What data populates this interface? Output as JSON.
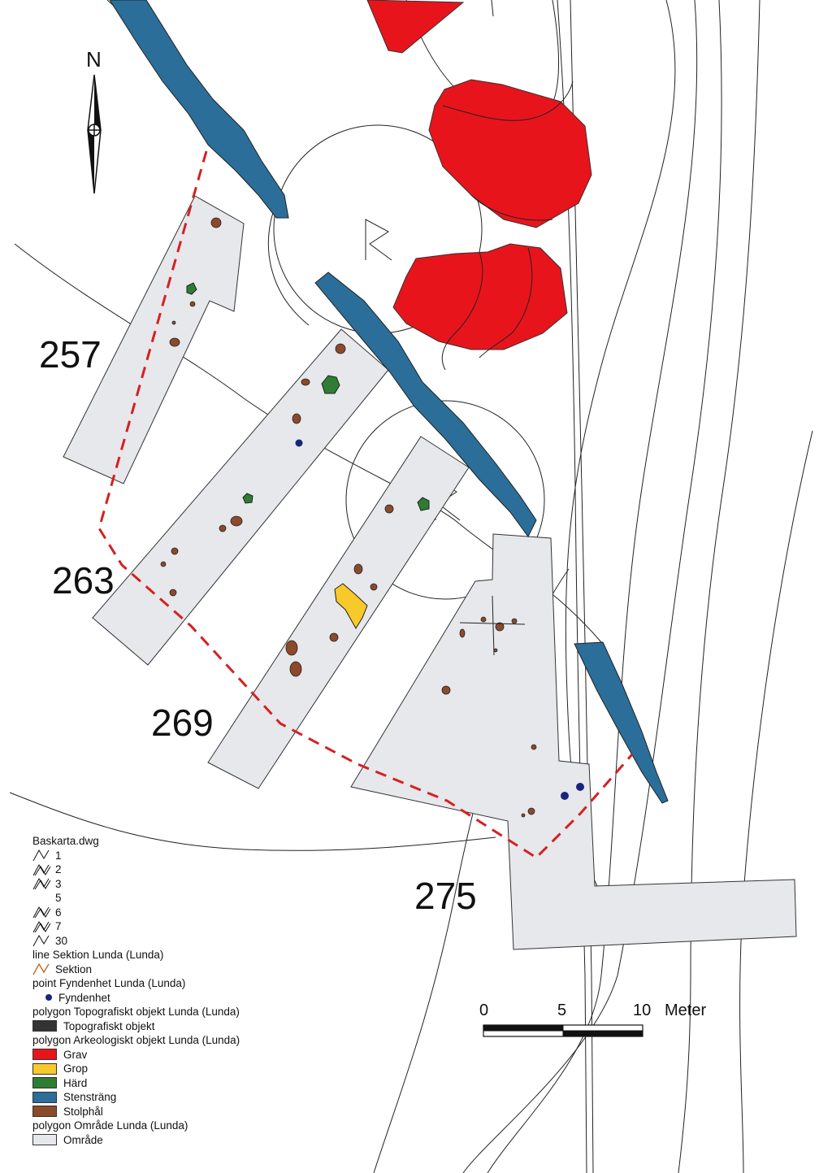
{
  "trenches": [
    "257",
    "263",
    "269",
    "275"
  ],
  "north_label": "N",
  "legend": {
    "base_title": "Baskarta.dwg",
    "base_layers": [
      "1",
      "2",
      "3",
      "5",
      "6",
      "7",
      "30"
    ],
    "section_title": "line Sektion Lunda (Lunda)",
    "section_item": "Sektion",
    "find_title": "point Fyndenhet Lunda (Lunda)",
    "find_item": "Fyndenhet",
    "topo_title": "polygon Topografiskt objekt Lunda (Lunda)",
    "topo_item": "Topografiskt objekt",
    "arch_title": "polygon Arkeologiskt objekt Lunda (Lunda)",
    "arch_items": [
      {
        "label": "Grav",
        "color": "#e8141c"
      },
      {
        "label": "Grop",
        "color": "#f7c92a"
      },
      {
        "label": "Härd",
        "color": "#2e7d32"
      },
      {
        "label": "Stensträng",
        "color": "#2b6e99"
      },
      {
        "label": "Stolphål",
        "color": "#8b4a2b"
      }
    ],
    "area_title": "polygon Område Lunda (Lunda)",
    "area_item": "Område"
  },
  "scale": {
    "labels": [
      "0",
      "5",
      "10"
    ],
    "unit": "Meter"
  },
  "colors": {
    "area": "#e6e8ec",
    "grave": "#e8141c",
    "pit": "#f7c92a",
    "hearth": "#2e7d32",
    "stone_row": "#2b6e99",
    "posthole": "#8b4a2b",
    "find": "#1a237e",
    "boundary": "#d62020"
  }
}
